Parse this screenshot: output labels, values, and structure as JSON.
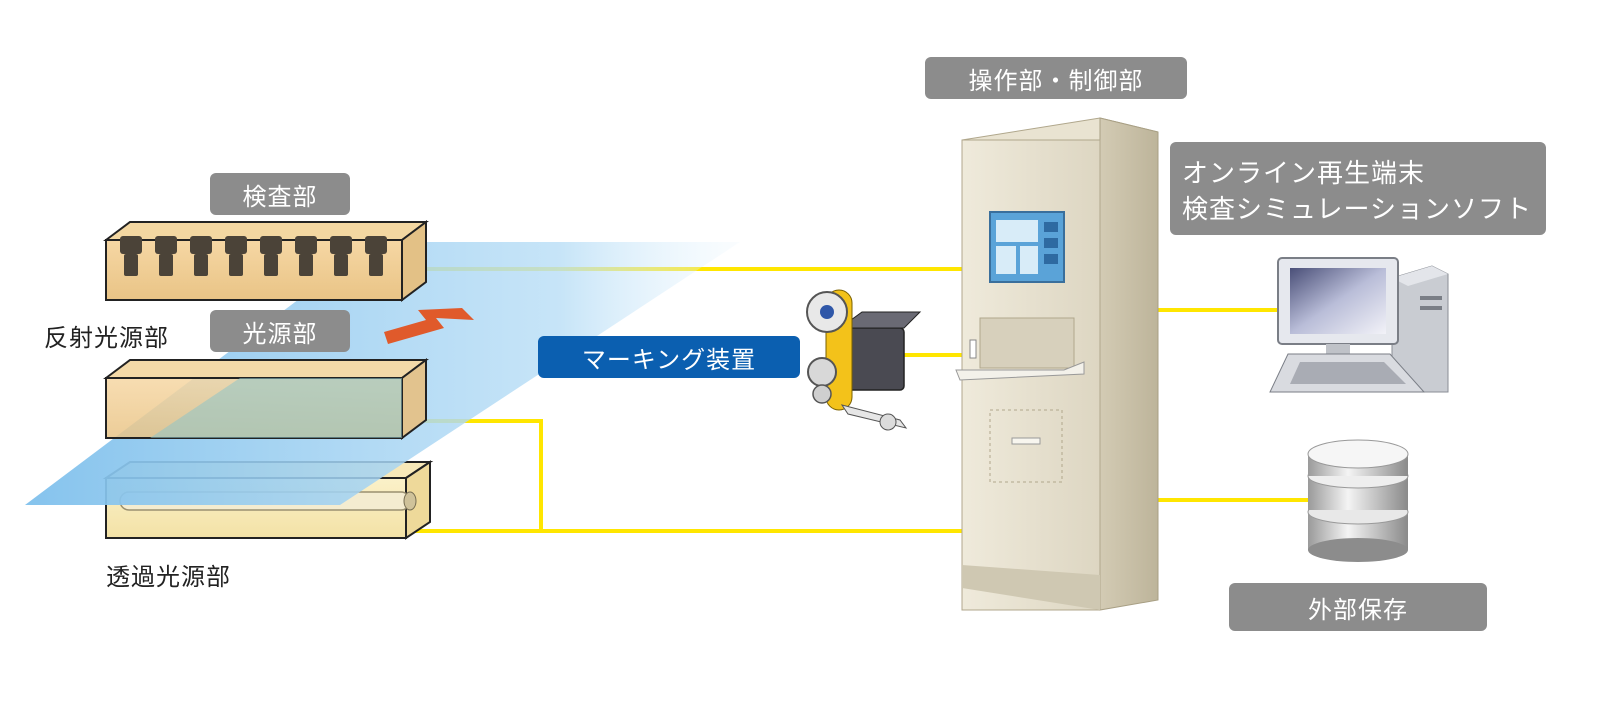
{
  "labels": {
    "inspection_unit": "検査部",
    "reflective_light_source": "反射光源部",
    "light_source": "光源部",
    "transmissive_light_source": "透過光源部",
    "marking_device": "マーキング装置",
    "operation_control": "操作部・制御部",
    "online_playback_line1": "オンライン再生端末",
    "online_playback_line2": "検査シミュレーションソフト",
    "external_storage": "外部保存"
  },
  "colors": {
    "connector_line": "#ffe600",
    "label_gray": "#8c8c8c",
    "label_blue": "#0b5fb0",
    "web_sheet": "#8fc8ee",
    "flow_arrow": "#e05a2b",
    "cabinet": "#e4dfcf"
  },
  "icons": {
    "camera_box": "camera-array-icon",
    "light_box": "light-source-box-icon",
    "tube_box": "tube-light-box-icon",
    "marking": "marking-device-icon",
    "cabinet": "control-cabinet-icon",
    "pc": "desktop-pc-icon",
    "storage": "database-icon",
    "arrow": "flow-arrow-icon"
  }
}
